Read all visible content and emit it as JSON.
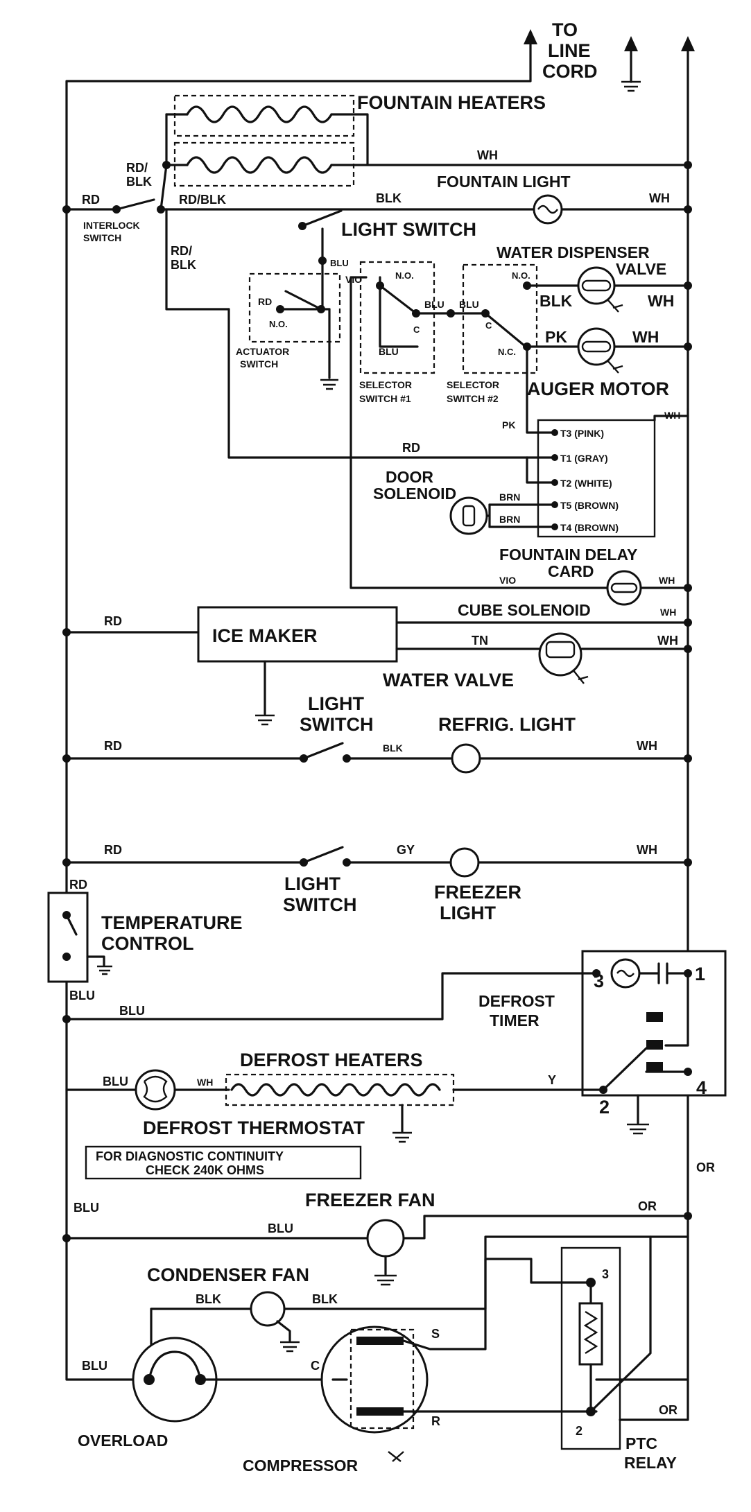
{
  "labels": {
    "to_line_cord_1": "TO",
    "to_line_cord_2": "LINE",
    "to_line_cord_3": "CORD",
    "fountain_heaters": "FOUNTAIN HEATERS",
    "fountain_light": "FOUNTAIN LIGHT",
    "light_switch_top": "LIGHT SWITCH",
    "interlock_switch_1": "INTERLOCK",
    "interlock_switch_2": "SWITCH",
    "water_dispenser_valve_1": "WATER DISPENSER",
    "water_dispenser_valve_2": "VALVE",
    "actuator_switch_1": "ACTUATOR",
    "actuator_switch_2": "SWITCH",
    "selector_switch_1a": "SELECTOR",
    "selector_switch_1b": "SWITCH #1",
    "selector_switch_2a": "SELECTOR",
    "selector_switch_2b": "SWITCH #2",
    "auger_motor": "AUGER MOTOR",
    "door_solenoid_1": "DOOR",
    "door_solenoid_2": "SOLENOID",
    "fountain_delay_card_1": "FOUNTAIN DELAY",
    "fountain_delay_card_2": "CARD",
    "cube_solenoid": "CUBE SOLENOID",
    "ice_maker": "ICE MAKER",
    "water_valve": "WATER VALVE",
    "light_switch_refrig_1": "LIGHT",
    "light_switch_refrig_2": "SWITCH",
    "refrig_light": "REFRIG. LIGHT",
    "light_switch_freezer_1": "LIGHT",
    "light_switch_freezer_2": "SWITCH",
    "freezer_light_1": "FREEZER",
    "freezer_light_2": "LIGHT",
    "temperature_control_1": "TEMPERATURE",
    "temperature_control_2": "CONTROL",
    "defrost_timer_1": "DEFROST",
    "defrost_timer_2": "TIMER",
    "defrost_heaters": "DEFROST HEATERS",
    "defrost_thermostat": "DEFROST THERMOSTAT",
    "diagnostic_note_1": "FOR DIAGNOSTIC CONTINUITY",
    "diagnostic_note_2": "CHECK 240K OHMS",
    "freezer_fan": "FREEZER FAN",
    "condenser_fan": "CONDENSER FAN",
    "overload": "OVERLOAD",
    "compressor": "COMPRESSOR",
    "ptc_relay_1": "PTC",
    "ptc_relay_2": "RELAY"
  },
  "wires": {
    "rd": "RD",
    "rd_blk_a": "RD/",
    "rd_blk_b": "BLK",
    "rd_blk": "RD/BLK",
    "blk": "BLK",
    "wh": "WH",
    "blu": "BLU",
    "vio": "VIO",
    "pk": "PK",
    "brn": "BRN",
    "tn": "TN",
    "gy": "GY",
    "y": "Y",
    "or": "OR"
  },
  "contacts": {
    "no": "N.O.",
    "nc": "N.C.",
    "c": "C"
  },
  "delay_card_terminals": [
    "T3 (PINK)",
    "T1 (GRAY)",
    "T2 (WHITE)",
    "T5 (BROWN)",
    "T4 (BROWN)"
  ],
  "timer_terminals": {
    "t1": "1",
    "t2": "2",
    "t3": "3",
    "t4": "4"
  },
  "compressor_terminals": {
    "c": "C",
    "s": "S",
    "r": "R"
  },
  "relay_terminals": {
    "t2": "2",
    "t3": "3"
  }
}
